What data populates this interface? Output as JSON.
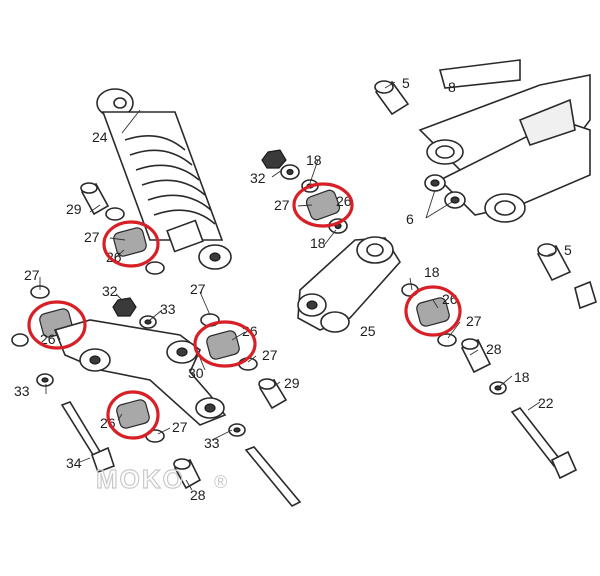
{
  "diagram": {
    "callouts": [
      {
        "id": "c24",
        "text": "24"
      },
      {
        "id": "c5a",
        "text": "5"
      },
      {
        "id": "c8",
        "text": "8"
      },
      {
        "id": "c18a",
        "text": "18"
      },
      {
        "id": "c32a",
        "text": "32"
      },
      {
        "id": "c27a",
        "text": "27"
      },
      {
        "id": "c26a",
        "text": "26"
      },
      {
        "id": "c18b",
        "text": "18"
      },
      {
        "id": "c6",
        "text": "6"
      },
      {
        "id": "c29a",
        "text": "29"
      },
      {
        "id": "c27b",
        "text": "27"
      },
      {
        "id": "c26b",
        "text": "26"
      },
      {
        "id": "c5b",
        "text": "5"
      },
      {
        "id": "c27c",
        "text": "27"
      },
      {
        "id": "c32b",
        "text": "32"
      },
      {
        "id": "c33a",
        "text": "33"
      },
      {
        "id": "c27d",
        "text": "27"
      },
      {
        "id": "c18c",
        "text": "18"
      },
      {
        "id": "c26c",
        "text": "26"
      },
      {
        "id": "c27e",
        "text": "27"
      },
      {
        "id": "c26d",
        "text": "26"
      },
      {
        "id": "c25",
        "text": "25"
      },
      {
        "id": "c26e",
        "text": "26"
      },
      {
        "id": "c27f",
        "text": "27"
      },
      {
        "id": "c28a",
        "text": "28"
      },
      {
        "id": "c30",
        "text": "30"
      },
      {
        "id": "c29b",
        "text": "29"
      },
      {
        "id": "c18d",
        "text": "18"
      },
      {
        "id": "c33b",
        "text": "33"
      },
      {
        "id": "c22",
        "text": "22"
      },
      {
        "id": "c26f",
        "text": "26"
      },
      {
        "id": "c27g",
        "text": "27"
      },
      {
        "id": "c33c",
        "text": "33"
      },
      {
        "id": "c34",
        "text": "34"
      },
      {
        "id": "c28b",
        "text": "28"
      }
    ],
    "highlight_color": "#d81f26",
    "watermark": {
      "text": "MOKO",
      "mark": "®"
    }
  }
}
